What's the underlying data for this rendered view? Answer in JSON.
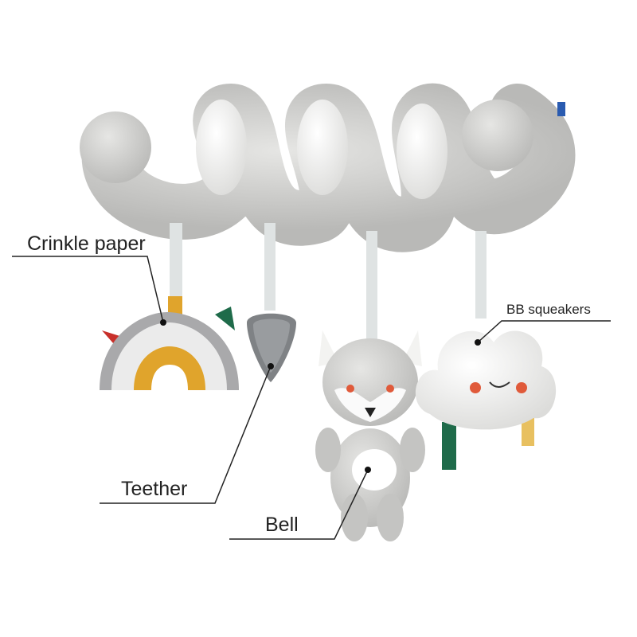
{
  "labels": {
    "crinkle_paper": "Crinkle paper",
    "teether": "Teether",
    "bell": "Bell",
    "bb_squeakers": "BB squeakers"
  },
  "colors": {
    "plush_gray": "#c9c9c7",
    "plush_white": "#f4f4f2",
    "rainbow_yellow": "#e0a42c",
    "ribbon_red": "#c8302a",
    "ribbon_green": "#1f6b4a",
    "ribbon_yellow": "#e8c060"
  }
}
